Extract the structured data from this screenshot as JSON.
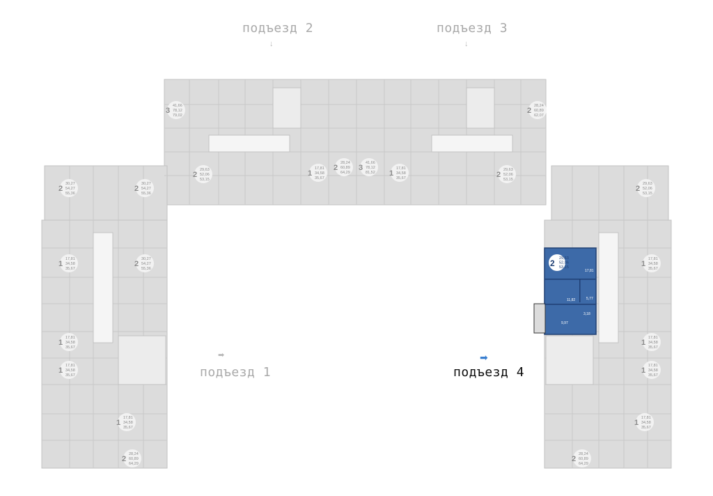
{
  "entrances": [
    {
      "label": "подъезд 2",
      "active": false
    },
    {
      "label": "подъезд 3",
      "active": false
    },
    {
      "label": "подъезд 1",
      "active": false
    },
    {
      "label": "подъезд 4",
      "active": true
    }
  ],
  "arrows": {
    "down": "↓",
    "right": "➡"
  },
  "colors": {
    "highlight": "#3d6aa8",
    "building": "#dcdcdc",
    "wall": "#c2c2c2",
    "inactive_text": "#a9a9a9",
    "active_text": "#0b0b0b",
    "arrow_active": "#3a7fd0"
  },
  "selected_apartment": {
    "rooms": "2",
    "area_living": "29,63",
    "area_total": "52,06",
    "area_full": "53,15",
    "rooms_areas": [
      "17,81",
      "11,82",
      "5,77",
      "9,97",
      "3,18"
    ]
  },
  "apartments": [
    {
      "rooms": "3",
      "a": "41,66",
      "b": "78,12",
      "c": "79,02"
    },
    {
      "rooms": "2",
      "a": "28,24",
      "b": "60,89",
      "c": "62,07"
    },
    {
      "rooms": "2",
      "a": "29,63",
      "b": "52,06",
      "c": "53,15"
    },
    {
      "rooms": "1",
      "a": "17,81",
      "b": "34,58",
      "c": "35,67"
    },
    {
      "rooms": "2",
      "a": "28,24",
      "b": "60,89",
      "c": "64,29"
    },
    {
      "rooms": "3",
      "a": "41,66",
      "b": "78,12",
      "c": "81,52"
    },
    {
      "rooms": "1",
      "a": "17,81",
      "b": "34,58",
      "c": "35,67"
    },
    {
      "rooms": "2",
      "a": "29,63",
      "b": "52,06",
      "c": "53,15"
    },
    {
      "rooms": "2",
      "a": "30,27",
      "b": "54,27",
      "c": "55,36"
    },
    {
      "rooms": "2",
      "a": "30,27",
      "b": "54,27",
      "c": "55,36"
    },
    {
      "rooms": "2",
      "a": "29,63",
      "b": "52,06",
      "c": "53,15"
    },
    {
      "rooms": "1",
      "a": "17,81",
      "b": "34,58",
      "c": "35,67"
    },
    {
      "rooms": "1",
      "a": "17,81",
      "b": "34,58",
      "c": "35,67"
    },
    {
      "rooms": "1",
      "a": "17,81",
      "b": "34,58",
      "c": "35,67"
    },
    {
      "rooms": "1",
      "a": "17,81",
      "b": "34,58",
      "c": "35,67"
    },
    {
      "rooms": "2",
      "a": "28,24",
      "b": "60,89",
      "c": "64,29"
    },
    {
      "rooms": "2",
      "a": "30,27",
      "b": "54,27",
      "c": "55,36"
    },
    {
      "rooms": "1",
      "a": "17,81",
      "b": "34,58",
      "c": "35,67"
    },
    {
      "rooms": "1",
      "a": "17,81",
      "b": "34,58",
      "c": "35,67"
    },
    {
      "rooms": "1",
      "a": "17,81",
      "b": "34,58",
      "c": "35,67"
    },
    {
      "rooms": "1",
      "a": "17,81",
      "b": "34,58",
      "c": "35,67"
    },
    {
      "rooms": "2",
      "a": "28,24",
      "b": "60,89",
      "c": "64,29"
    }
  ]
}
